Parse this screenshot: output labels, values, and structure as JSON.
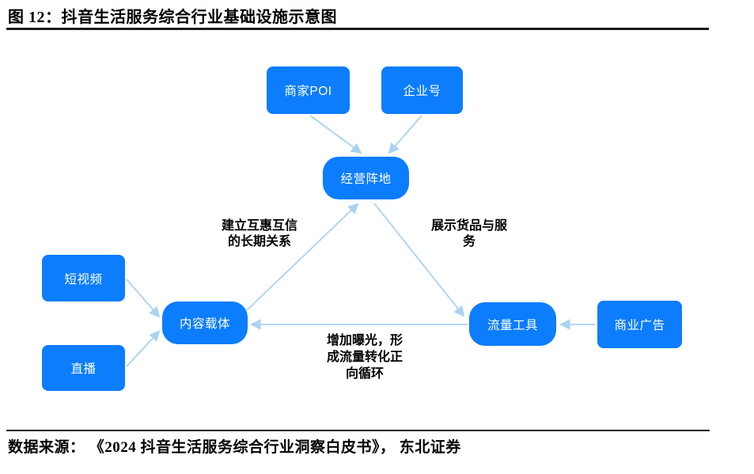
{
  "figure": {
    "title": "图 12：抖音生活服务综合行业基础设施示意图",
    "source": "数据来源： 《2024 抖音生活服务综合行业洞察白皮书》， 东北证券"
  },
  "colors": {
    "node_blue": "#0b7dfd",
    "arrow_blue": "#a9d2f3",
    "ink": "#111111"
  },
  "nodes": {
    "merchant_poi": {
      "label": "商家POI"
    },
    "enterprise_account": {
      "label": "企业号"
    },
    "operating_base": {
      "label": "经营阵地"
    },
    "short_video": {
      "label": "短视频"
    },
    "live_stream": {
      "label": "直播"
    },
    "content_carrier": {
      "label": "内容载体"
    },
    "traffic_tools": {
      "label": "流量工具"
    },
    "commercial_ads": {
      "label": "商业广告"
    }
  },
  "annotations": {
    "left": "建立互惠互信\n的长期关系",
    "right": "展示货品与服\n务",
    "bottom": "增加曝光，形\n成流量转化正\n向循环"
  },
  "edges": [
    {
      "from": "merchant_poi",
      "to": "operating_base"
    },
    {
      "from": "enterprise_account",
      "to": "operating_base"
    },
    {
      "from": "short_video",
      "to": "content_carrier"
    },
    {
      "from": "live_stream",
      "to": "content_carrier"
    },
    {
      "from": "content_carrier",
      "to": "operating_base",
      "label": "建立互惠互信的长期关系"
    },
    {
      "from": "operating_base",
      "to": "traffic_tools",
      "label": "展示货品与服务"
    },
    {
      "from": "traffic_tools",
      "to": "content_carrier",
      "label": "增加曝光，形成流量转化正向循环"
    },
    {
      "from": "commercial_ads",
      "to": "traffic_tools"
    }
  ]
}
